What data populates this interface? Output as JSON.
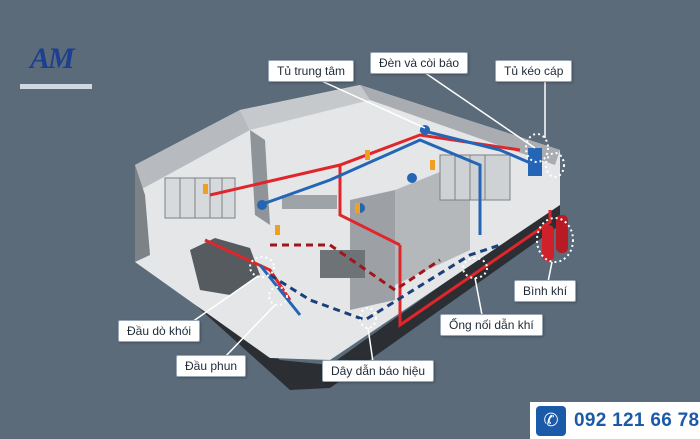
{
  "logo": {
    "text": "AM"
  },
  "labels": {
    "central_cabinet": "Tủ trung tâm",
    "lights_siren": "Đèn và còi báo",
    "cable_cabinet": "Tủ kéo cáp",
    "gas_cylinder": "Bình khí",
    "smoke_detector": "Đầu dò khói",
    "nozzle": "Đầu phun",
    "signal_wire": "Dây dẫn báo hiệu",
    "gas_pipe": "Ống nối dẫn khí"
  },
  "contact": {
    "phone": "092 121 66 78",
    "phone_icon": "phone-icon"
  },
  "colors": {
    "background": "#5b6b7a",
    "pipe": "#e0262a",
    "wire": "#2565b5",
    "accent": "#1b5aa8"
  }
}
